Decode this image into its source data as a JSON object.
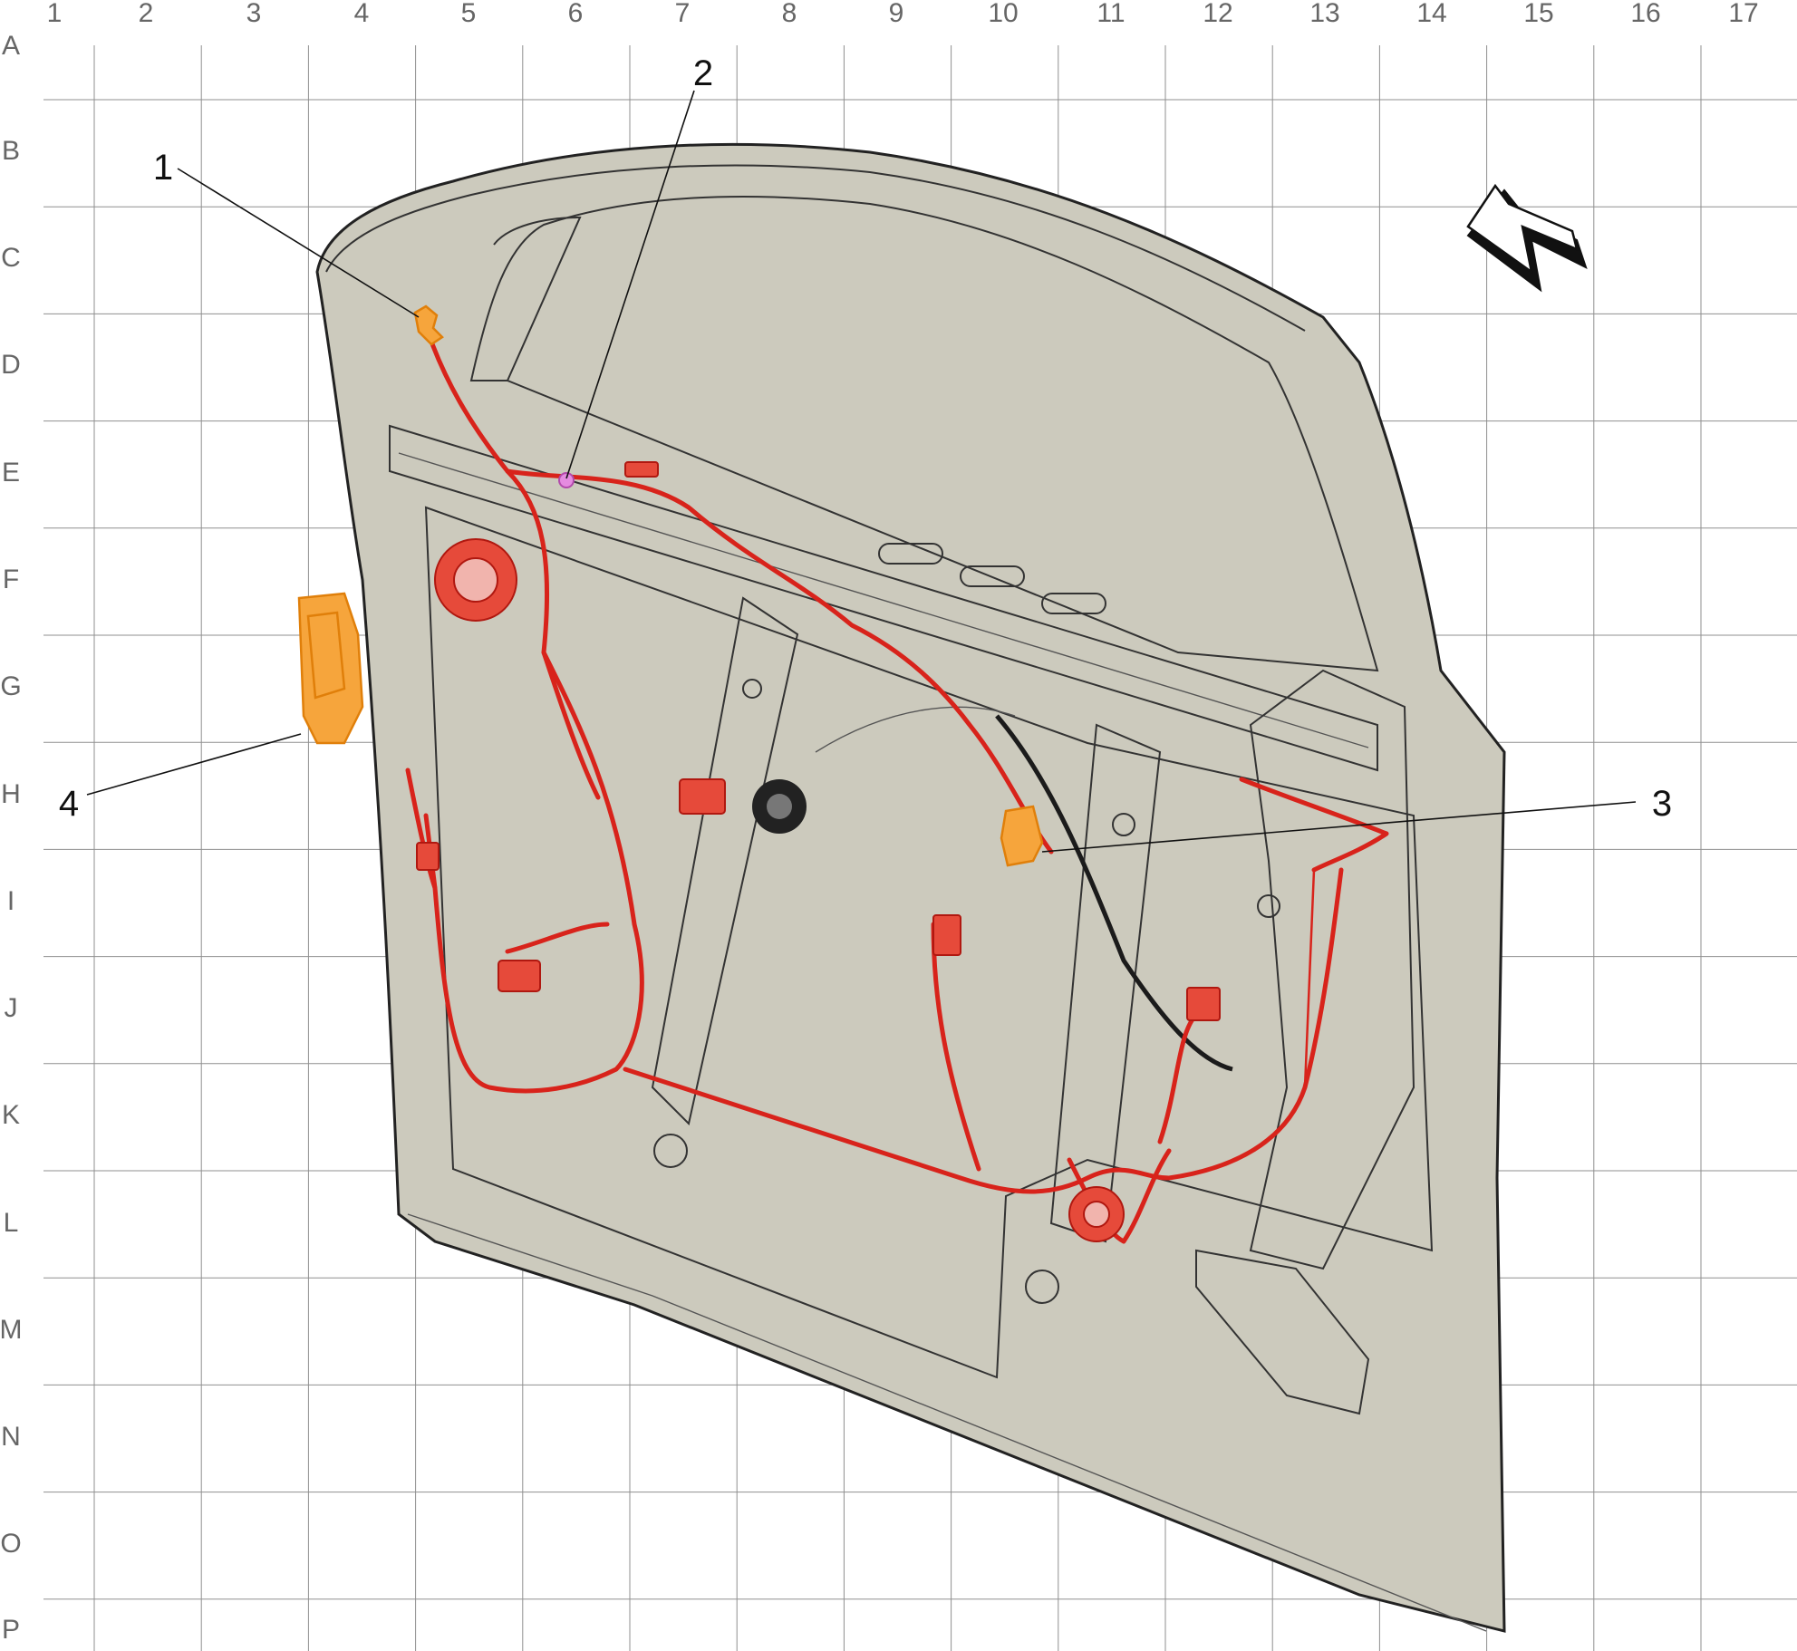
{
  "grid": {
    "columns": [
      "1",
      "2",
      "3",
      "4",
      "5",
      "6",
      "7",
      "8",
      "9",
      "10",
      "11",
      "12",
      "13",
      "14",
      "15",
      "16",
      "17"
    ],
    "rows": [
      "A",
      "B",
      "C",
      "D",
      "E",
      "F",
      "G",
      "H",
      "I",
      "J",
      "K",
      "L",
      "M",
      "N",
      "O",
      "P"
    ]
  },
  "callouts": [
    {
      "id": "1",
      "label": "1"
    },
    {
      "id": "2",
      "label": "2"
    },
    {
      "id": "3",
      "label": "3"
    },
    {
      "id": "4",
      "label": "4"
    }
  ],
  "colors": {
    "panel": "#cccabd",
    "harness": "#d8231b",
    "highlight_component": "#f6a53c",
    "pin_marker": "#e58be0",
    "grid": "#8f8f8f"
  },
  "icons": {
    "direction_indicator": "forward-arrow-icon"
  }
}
